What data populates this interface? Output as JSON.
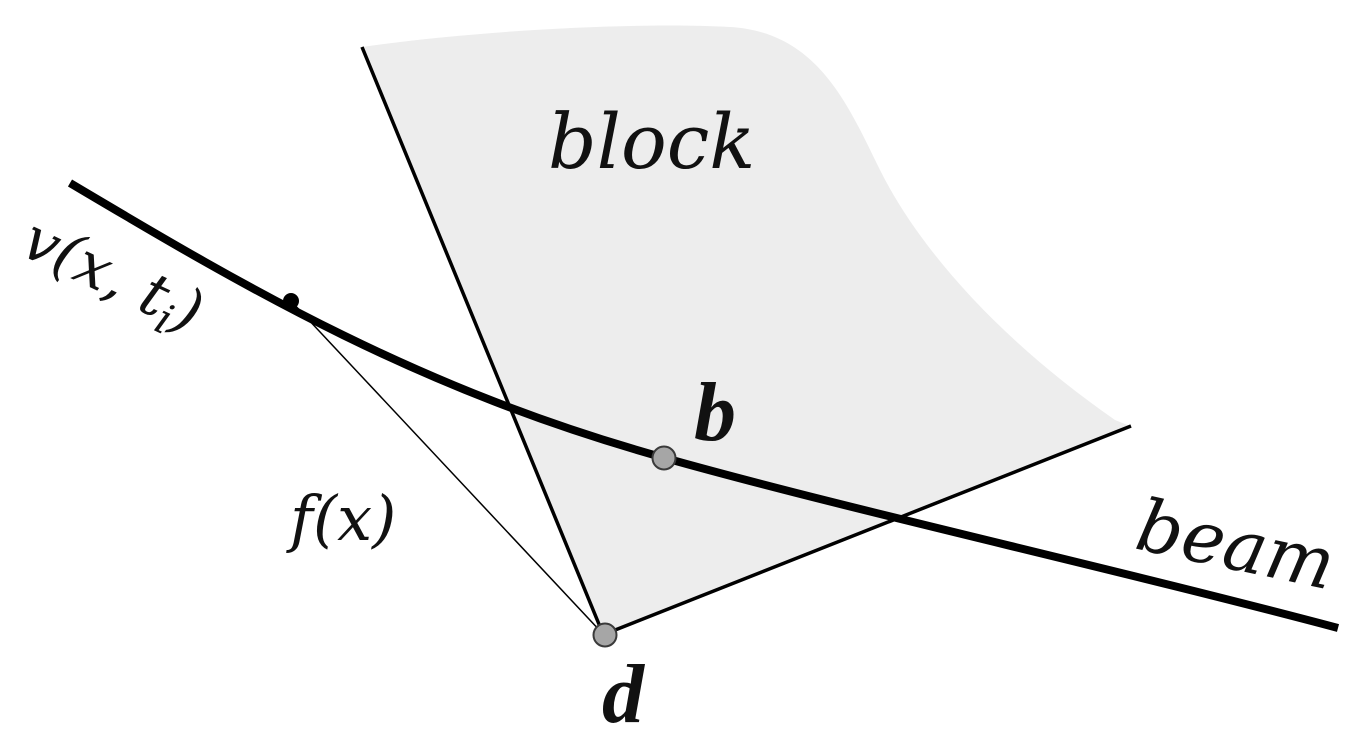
{
  "labels": {
    "block": "block",
    "beam": "beam",
    "beam_function": "v(x, t",
    "beam_function_subscript": "i",
    "beam_function_close": ")",
    "gap_function": "f(x)",
    "point_b": "b",
    "point_d": "d"
  },
  "colors": {
    "block_fill": "#ededed",
    "line": "#000000",
    "point_fill": "#a6a6a6",
    "point_stroke": "#3a3a3a",
    "beam_point": "#000000"
  }
}
